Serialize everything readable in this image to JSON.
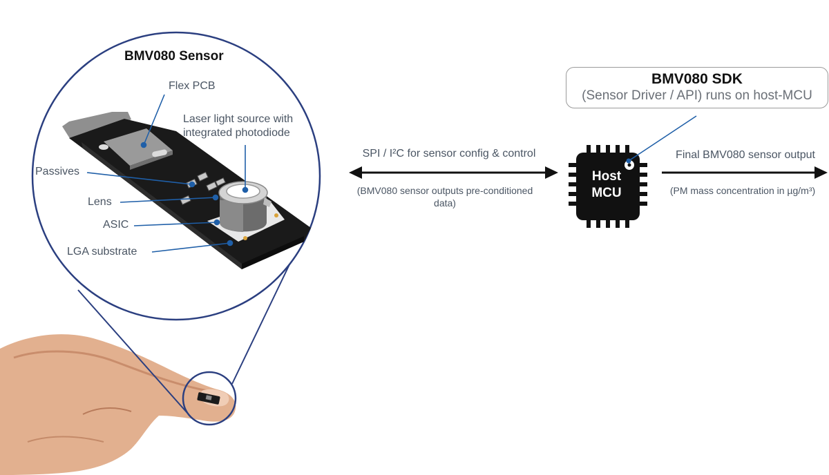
{
  "sensor_detail": {
    "title": "BMV080 Sensor",
    "callouts": {
      "flex_pcb": "Flex PCB",
      "laser_line1": "Laser light source with",
      "laser_line2": "integrated photodiode",
      "passives": "Passives",
      "lens": "Lens",
      "asic": "ASIC",
      "lga": "LGA substrate"
    }
  },
  "sdk": {
    "title": "BMV080 SDK",
    "subtitle": "(Sensor Driver / API) runs on host-MCU"
  },
  "interface": {
    "label": "SPI / I²C for sensor config & control",
    "note_line1": "(BMV080 sensor outputs pre-conditioned",
    "note_line2": "data)"
  },
  "host_mcu": {
    "line1": "Host",
    "line2": "MCU"
  },
  "output": {
    "label": "Final BMV080 sensor output",
    "note": "(PM mass concentration in µg/m³)"
  },
  "colors": {
    "accent_blue": "#1f5fa8",
    "circle_outline": "#2b3f80",
    "chip_dark": "#111111"
  }
}
